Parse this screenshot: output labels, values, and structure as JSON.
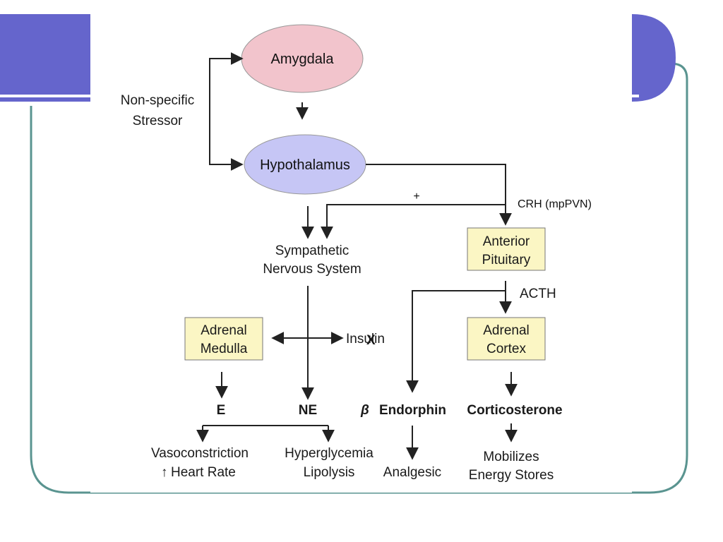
{
  "colors": {
    "slide_border": "#5a9490",
    "slide_header": "#6565cc",
    "amygdala_fill": "#f2c4cc",
    "hypothalamus_fill": "#c6c6f5",
    "box_fill": "#fbf6c4",
    "e_color": "#2aa3a3",
    "ne_color": "#3a3ad8",
    "endorphin_color": "#8a2acb",
    "corticosterone_color": "#d02a40",
    "x_mark": "#e02020"
  },
  "nodes": {
    "amygdala": "Amygdala",
    "hypothalamus": "Hypothalamus",
    "stressor_line1": "Non-specific",
    "stressor_line2": "Stressor",
    "plus": "+",
    "crh": "CRH (mpPVN)",
    "sns_line1": "Sympathetic",
    "sns_line2": "Nervous System",
    "ap_line1": "Anterior",
    "ap_line2": "Pituitary",
    "acth": "ACTH",
    "am_line1": "Adrenal",
    "am_line2": "Medulla",
    "ac_line1": "Adrenal",
    "ac_line2": "Cortex",
    "insulin": "Insulin",
    "x_mark": "X",
    "e": "E",
    "ne": "NE",
    "beta": "β",
    "endorphin": "Endorphin",
    "corticosterone": "Corticosterone",
    "vaso": "Vasoconstriction",
    "heart_rate": "Heart Rate",
    "up_arrow": "↑",
    "hyperglycemia": "Hyperglycemia",
    "lipolysis": "Lipolysis",
    "analgesic": "Analgesic",
    "mobilizes": "Mobilizes",
    "energy_stores": "Energy Stores"
  }
}
